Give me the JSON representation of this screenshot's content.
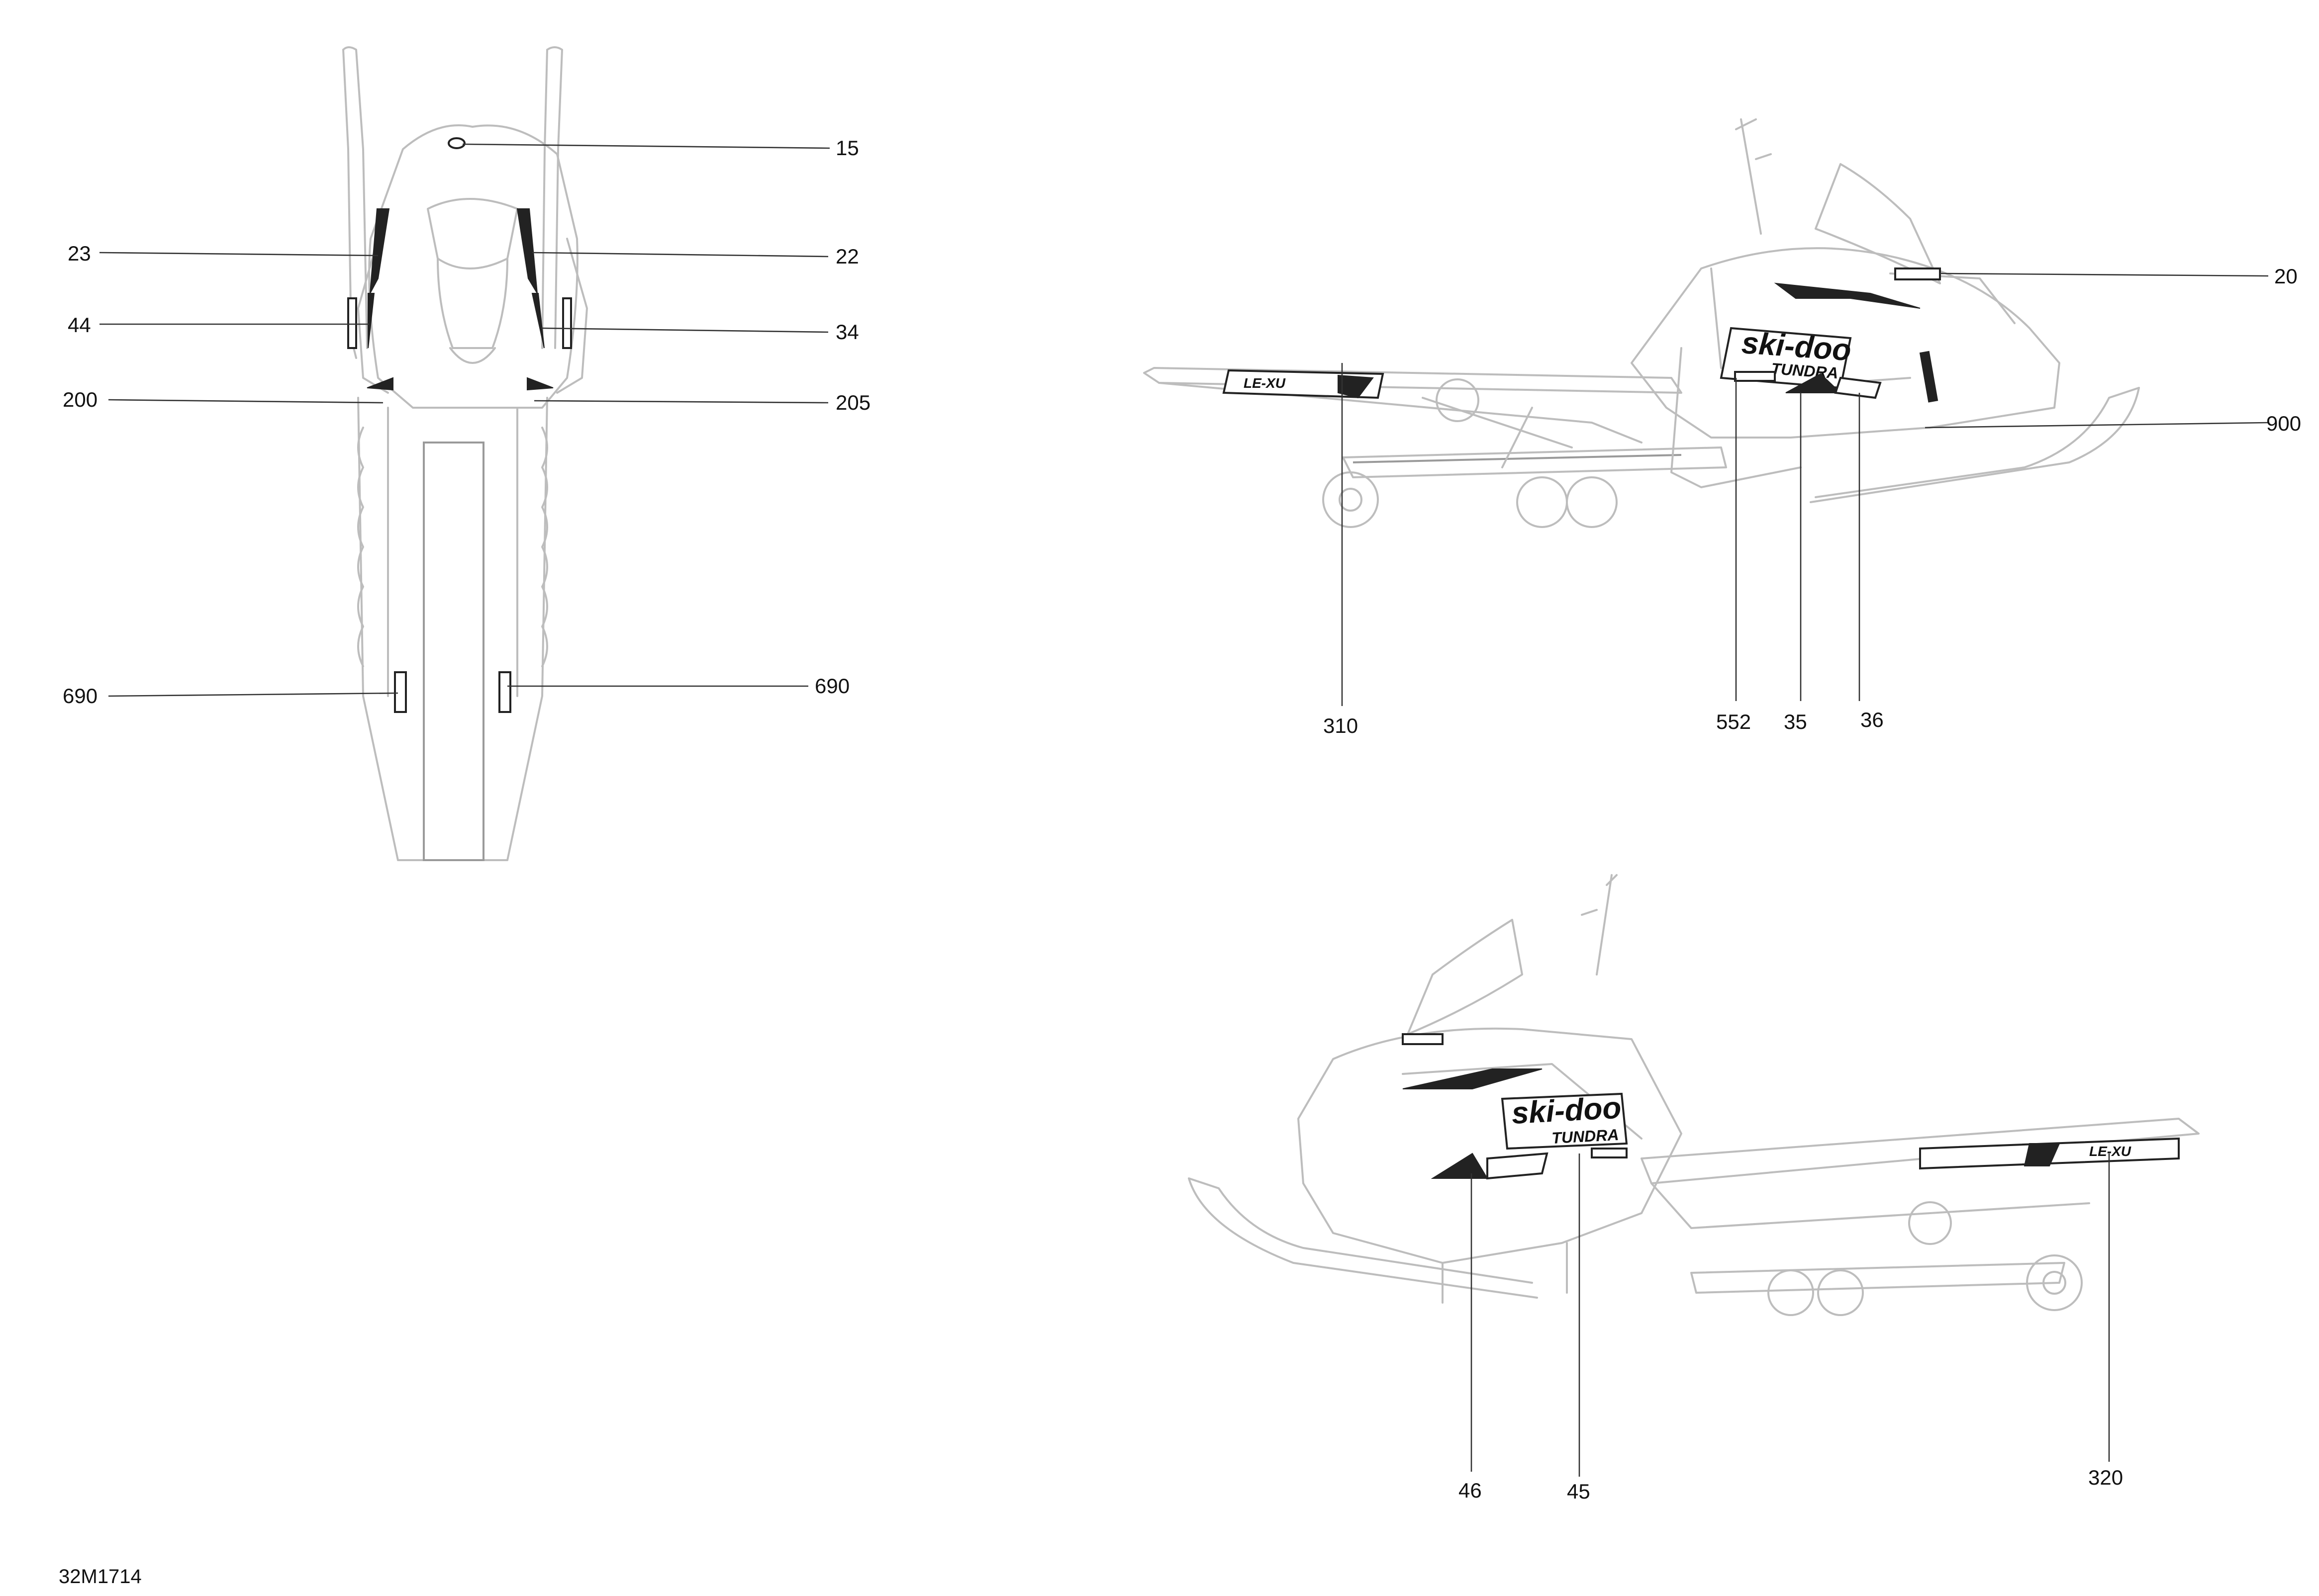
{
  "drawing_code": "32M1714",
  "branding": {
    "brand_mark": "ski-doo",
    "model_mark": "TUNDRA",
    "tunnel_mark": "LE-XU"
  },
  "callouts": {
    "c15": "15",
    "c23": "23",
    "c22": "22",
    "c44": "44",
    "c34": "34",
    "c200": "200",
    "c205": "205",
    "c690_left": "690",
    "c690_right": "690",
    "c20": "20",
    "c900": "900",
    "c310": "310",
    "c552": "552",
    "c35": "35",
    "c36": "36",
    "c46": "46",
    "c45": "45",
    "c320": "320"
  }
}
